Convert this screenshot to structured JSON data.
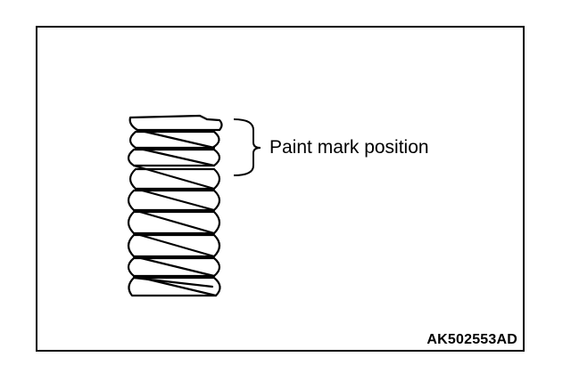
{
  "figure": {
    "callout_label": "Paint mark position",
    "figure_id": "AK502553AD"
  },
  "colors": {
    "line": "#000000",
    "background": "#ffffff"
  },
  "icons": {
    "spring": "coil-spring-illustration",
    "bracket": "curly-brace-bracket"
  }
}
